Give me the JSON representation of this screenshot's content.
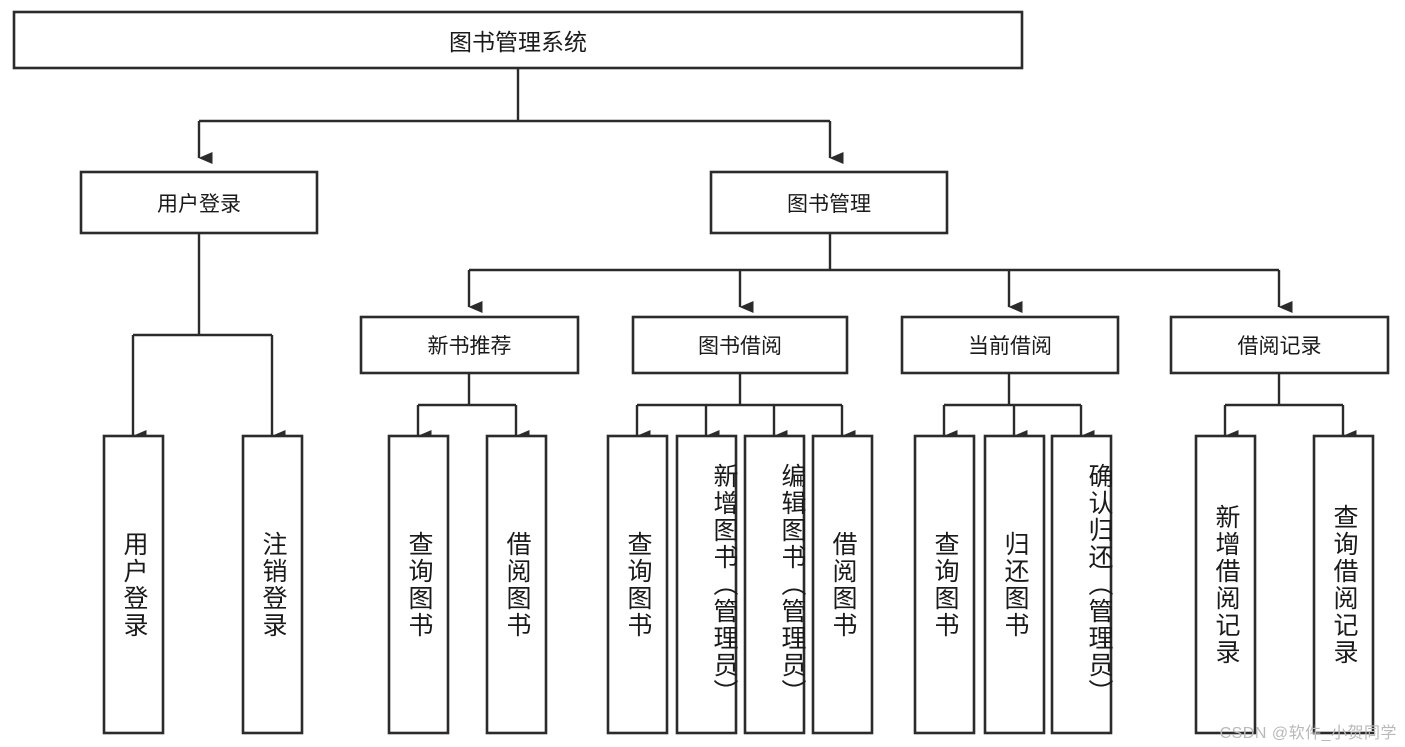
{
  "diagram": {
    "title": "图书管理系统",
    "type": "tree-hierarchy-diagram",
    "colors": {
      "box_stroke": "#2b2b2b",
      "box_fill": "#ffffff",
      "connector": "#2b2b2b",
      "background": "#ffffff",
      "watermark": "#b9b9b9"
    },
    "root": {
      "id": "root",
      "label": "图书管理系统"
    },
    "level2": [
      {
        "id": "user-login",
        "label": "用户登录"
      },
      {
        "id": "book-management",
        "label": "图书管理"
      }
    ],
    "level3": [
      {
        "id": "new-book-recommend",
        "label": "新书推荐",
        "parent": "book-management"
      },
      {
        "id": "book-borrow",
        "label": "图书借阅",
        "parent": "book-management"
      },
      {
        "id": "current-borrow",
        "label": "当前借阅",
        "parent": "book-management"
      },
      {
        "id": "borrow-record",
        "label": "借阅记录",
        "parent": "book-management"
      }
    ],
    "leaves": [
      {
        "id": "leaf-user-login",
        "label": "用户登录",
        "parent": "user-login"
      },
      {
        "id": "leaf-logout-login",
        "label": "注销登录",
        "parent": "user-login"
      },
      {
        "id": "leaf-query-book-rec",
        "label": "查询图书",
        "parent": "new-book-recommend"
      },
      {
        "id": "leaf-borrow-book-rec",
        "label": "借阅图书",
        "parent": "new-book-recommend"
      },
      {
        "id": "leaf-query-book-borrow",
        "label": "查询图书",
        "parent": "book-borrow"
      },
      {
        "id": "leaf-add-book-admin",
        "label": "新增图书（管理员）",
        "parent": "book-borrow"
      },
      {
        "id": "leaf-edit-book-admin",
        "label": "编辑图书（管理员）",
        "parent": "book-borrow"
      },
      {
        "id": "leaf-borrow-book",
        "label": "借阅图书",
        "parent": "book-borrow"
      },
      {
        "id": "leaf-query-book-current",
        "label": "查询图书",
        "parent": "current-borrow"
      },
      {
        "id": "leaf-return-book",
        "label": "归还图书",
        "parent": "current-borrow"
      },
      {
        "id": "leaf-confirm-return-admin",
        "label": "确认归还（管理员）",
        "parent": "current-borrow"
      },
      {
        "id": "leaf-add-borrow-record",
        "label": "新增借阅记录",
        "parent": "borrow-record"
      },
      {
        "id": "leaf-query-borrow-record",
        "label": "查询借阅记录",
        "parent": "borrow-record"
      }
    ]
  },
  "watermark": {
    "text": "CSDN @软件_小贺同学"
  }
}
